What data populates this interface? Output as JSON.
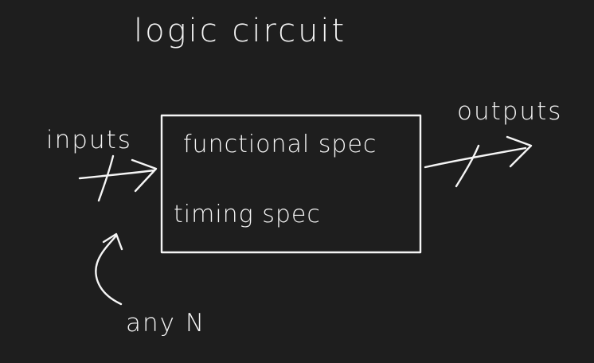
{
  "diagram": {
    "title": "logic circuit",
    "inputs_label": "inputs",
    "outputs_label": "outputs",
    "box_line_1": "functional spec",
    "box_line_2": "timing spec",
    "bottom_note": "any N"
  },
  "colors": {
    "background": "#1e1e1e",
    "ink": "#f5f5f5"
  }
}
